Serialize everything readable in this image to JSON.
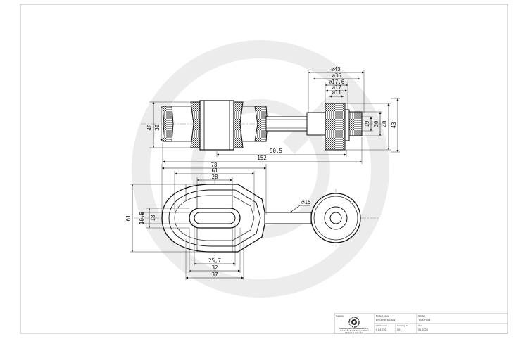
{
  "front_view": {
    "dims": {
      "overall_length": "152",
      "center_distance": "90.5",
      "left_od_outer": "40",
      "left_od_inner": "30",
      "right_od_max": "⌀43",
      "right_d1": "⌀36",
      "right_d2": "⌀17,6",
      "right_d3": "⌀17",
      "right_d4": "⌀11",
      "right_h1": "19",
      "right_h2": "30",
      "right_h3": "40",
      "right_h4": "43"
    }
  },
  "top_view": {
    "dims": {
      "width_78": "78",
      "width_61": "61",
      "width_28": "28",
      "height_61": "61",
      "height_18": "18",
      "height_10_5": "10,5",
      "rod_dia": "⌀15",
      "width_25_7": "25,7",
      "width_32": "32",
      "width_37": "37"
    }
  },
  "title_block": {
    "supplier_label": "Supplier",
    "company_line1": "ERBI Wojciech Wiśniewski S.K.A.",
    "company_line2": "Opaczka 65, 87-300 Wolsztyn, Poland",
    "company_line3": "info@erbi.pl, www.erbi.pl",
    "product_name_label": "Product name",
    "product_name": "ENGINE MOUNT",
    "symbol_label": "Symbol",
    "symbol": "TSBXYD8",
    "oe_label": "OE Number",
    "oe_number": "6 84 720",
    "drawing_no_label": "Drawing No",
    "drawing_no": "001",
    "date_label": "Date",
    "date": "01.2023"
  }
}
